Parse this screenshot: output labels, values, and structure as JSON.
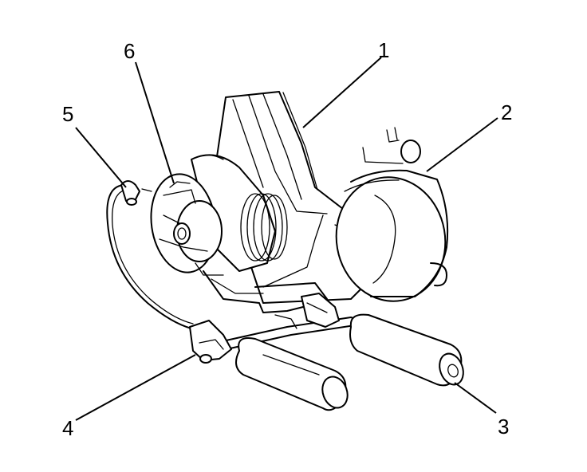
{
  "callouts": [
    {
      "id": "1",
      "label": "1"
    },
    {
      "id": "2",
      "label": "2"
    },
    {
      "id": "3",
      "label": "3"
    },
    {
      "id": "4",
      "label": "4"
    },
    {
      "id": "5",
      "label": "5"
    },
    {
      "id": "6",
      "label": "6"
    }
  ]
}
